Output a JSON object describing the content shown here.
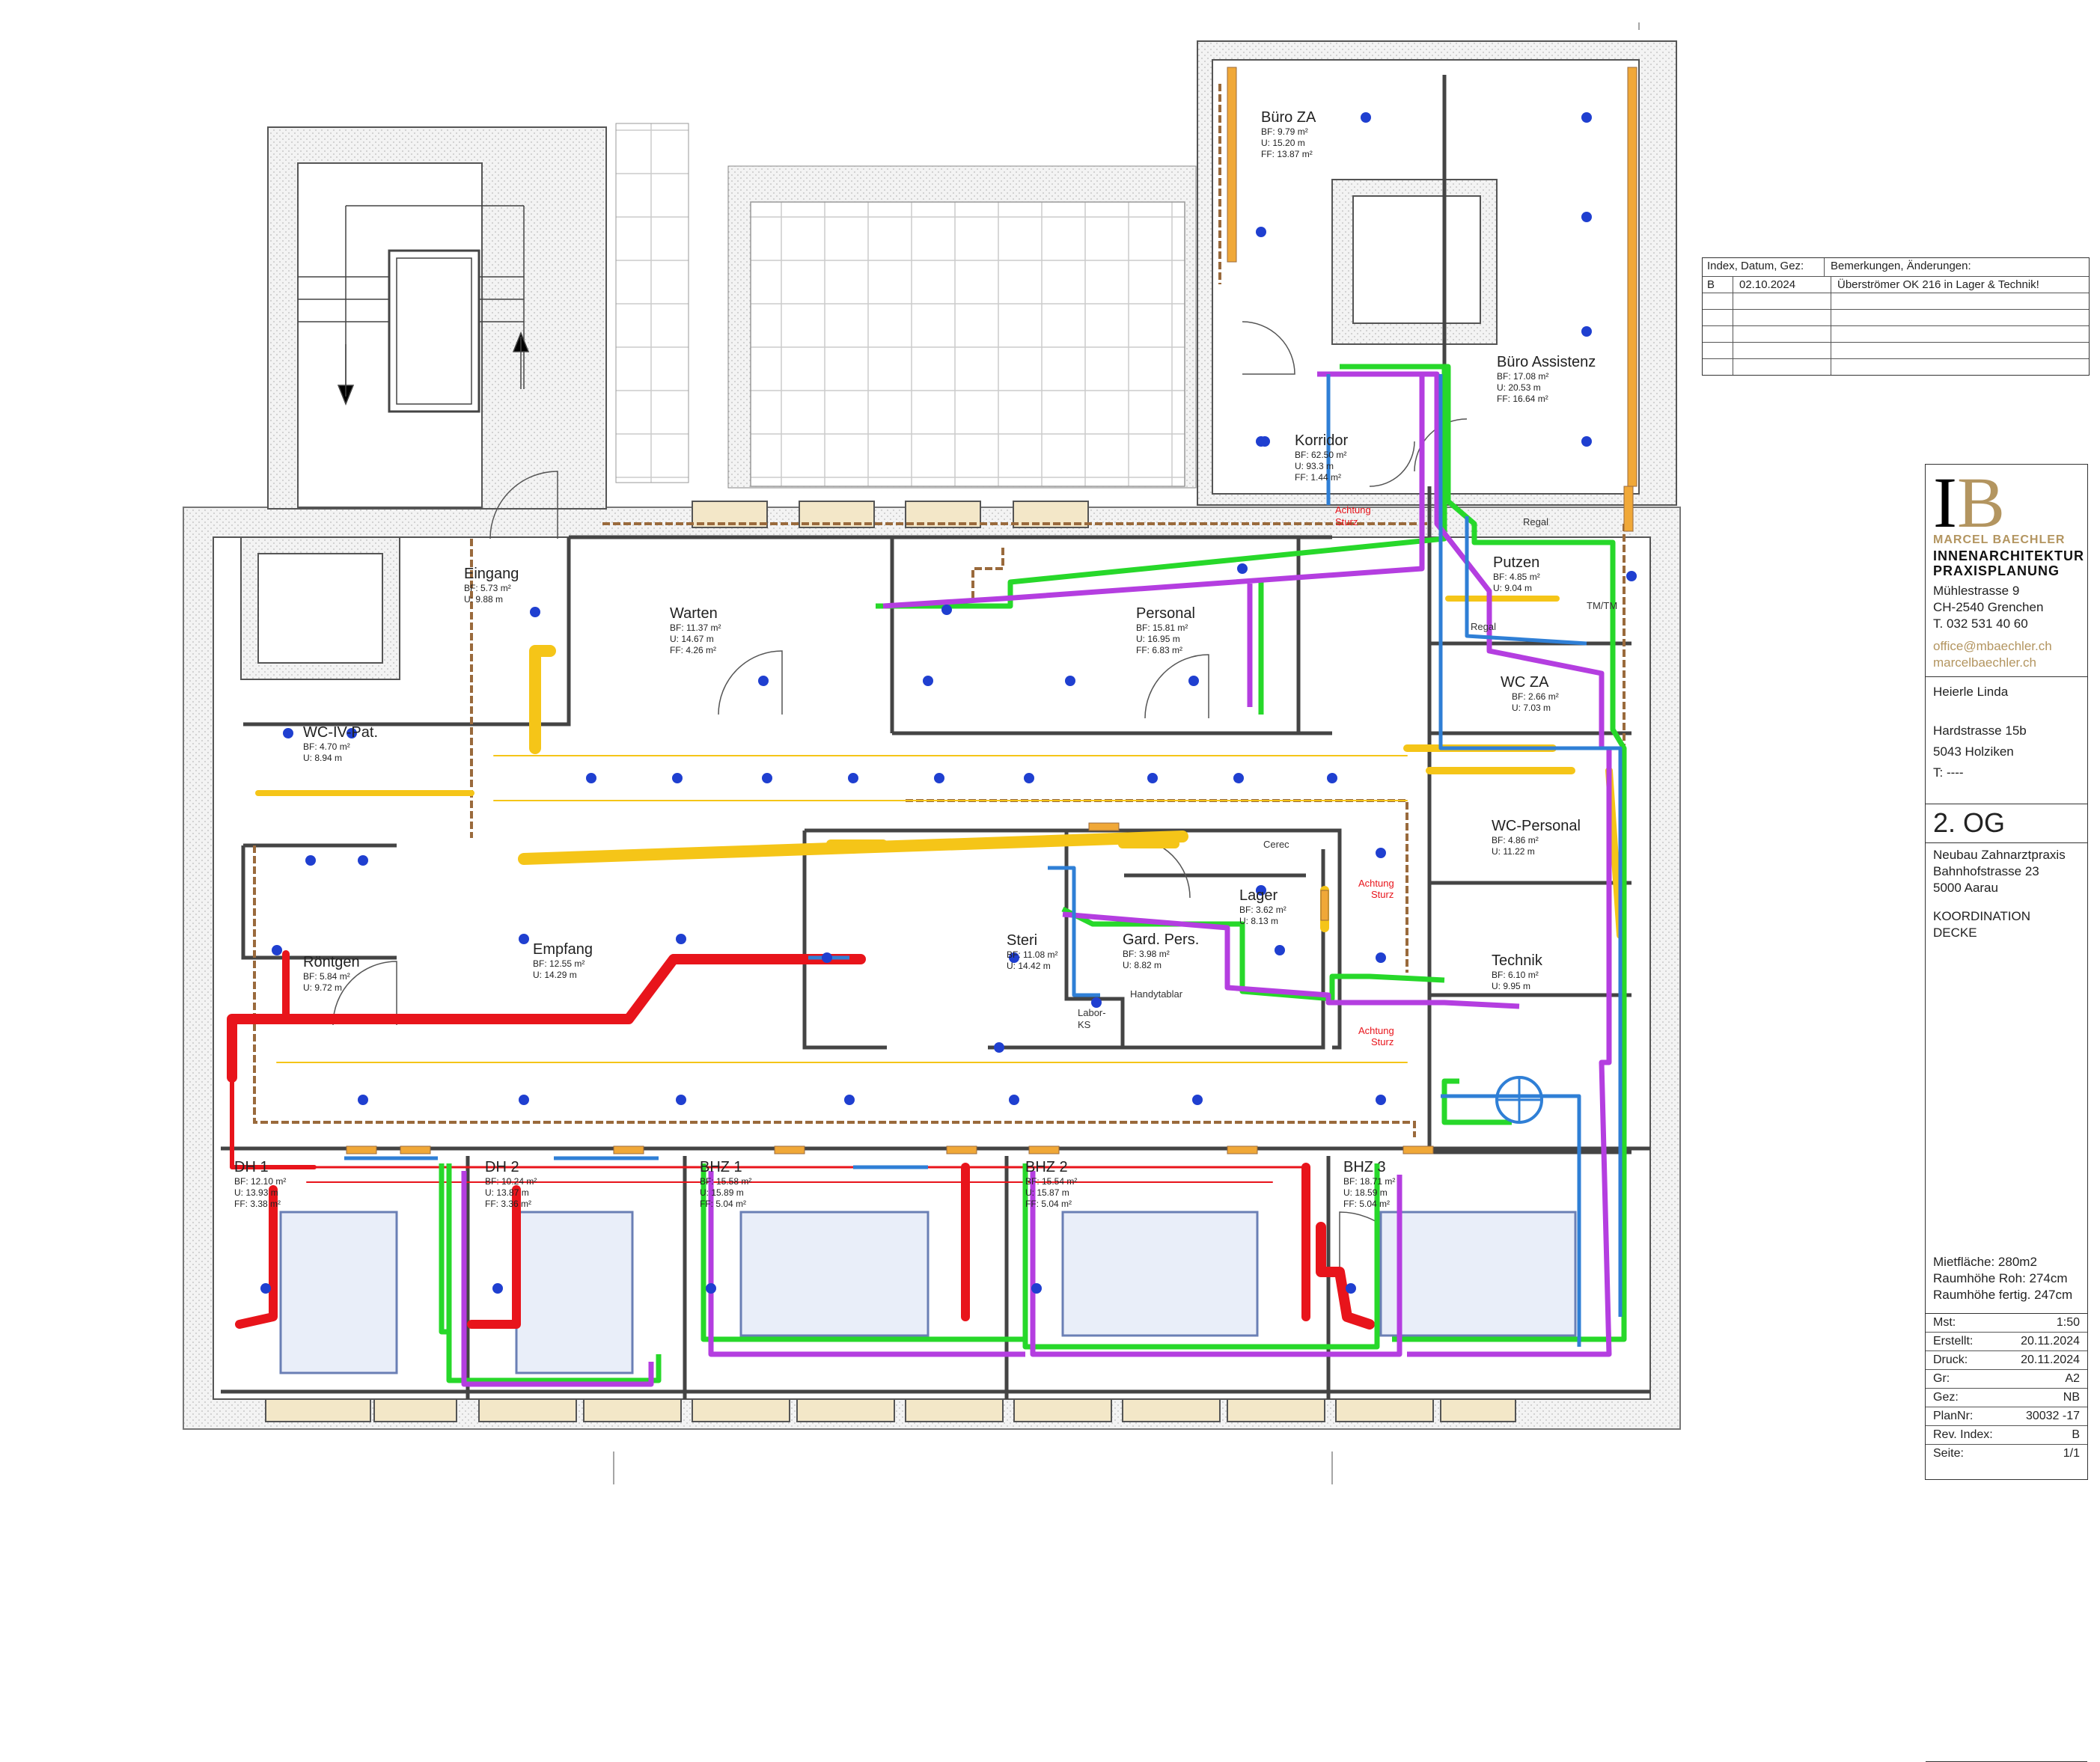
{
  "rooms": {
    "buero_za": {
      "name": "Büro ZA",
      "bf": "BF: 9.79 m²",
      "u": "U: 15.20 m",
      "ff": "FF: 13.87 m²"
    },
    "buero_assistenz": {
      "name": "Büro Assistenz",
      "bf": "BF: 17.08 m²",
      "u": "U: 20.53 m",
      "ff": "FF: 16.64 m²"
    },
    "korridor": {
      "name": "Korridor",
      "bf": "BF: 62.50 m²",
      "u": "U: 93.3 m",
      "ff": "FF: 1.44 m²"
    },
    "putzen": {
      "name": "Putzen",
      "bf": "BF: 4.85 m²",
      "u": "U: 9.04 m"
    },
    "eingang": {
      "name": "Eingang",
      "bf": "BF: 5.73 m²",
      "u": "U: 9.88 m"
    },
    "warten": {
      "name": "Warten",
      "bf": "BF: 11.37 m²",
      "u": "U: 14.67 m",
      "ff": "FF: 4.26 m²"
    },
    "personal": {
      "name": "Personal",
      "bf": "BF: 15.81 m²",
      "u": "U: 16.95 m",
      "ff": "FF: 6.83 m²"
    },
    "wc_za": {
      "name": "WC ZA",
      "bf": "BF: 2.66 m²",
      "u": "U: 7.03 m"
    },
    "wc_iv": {
      "name": "WC-IV-Pat.",
      "bf": "BF: 4.70 m²",
      "u": "U: 8.94 m"
    },
    "wc_personal": {
      "name": "WC-Personal",
      "bf": "BF: 4.86 m²",
      "u": "U: 11.22 m"
    },
    "roentgen": {
      "name": "Röntgen",
      "bf": "BF: 5.84 m²",
      "u": "U: 9.72 m"
    },
    "empfang": {
      "name": "Empfang",
      "bf": "BF: 12.55 m²",
      "u": "U: 14.29 m"
    },
    "steri": {
      "name": "Steri",
      "bf": "BF: 11.08 m²",
      "u": "U: 14.42 m"
    },
    "gard": {
      "name": "Gard. Pers.",
      "bf": "BF: 3.98 m²",
      "u": "U: 8.82 m"
    },
    "lager": {
      "name": "Lager",
      "bf": "BF: 3.62 m²",
      "u": "U: 8.13 m"
    },
    "technik": {
      "name": "Technik",
      "bf": "BF: 6.10 m²",
      "u": "U: 9.95 m"
    },
    "dh1": {
      "name": "DH 1",
      "bf": "BF: 12.10 m²",
      "u": "U: 13.93 m",
      "ff": "FF: 3.38 m²"
    },
    "dh2": {
      "name": "DH 2",
      "bf": "BF: 10.24 m²",
      "u": "U: 13.87 m",
      "ff": "FF: 3.36 m²"
    },
    "bhz1": {
      "name": "BHZ 1",
      "bf": "BF: 15.58 m²",
      "u": "U: 15.89 m",
      "ff": "FF: 5.04 m²"
    },
    "bhz2": {
      "name": "BHZ 2",
      "bf": "BF: 15.54 m²",
      "u": "U: 15.87 m",
      "ff": "FF: 5.04 m²"
    },
    "bhz3": {
      "name": "BHZ 3",
      "bf": "BF: 18.71 m²",
      "u": "U: 18.59 m",
      "ff": "FF: 5.04 m²"
    }
  },
  "labels": {
    "regal": "Regal",
    "regal2": "Regal",
    "cerec": "Cerec",
    "handytablar": "Handytablar",
    "labor": "Labor-",
    "ks": "KS",
    "achtung": "Achtung",
    "sturz": "Sturz",
    "tm": "TM/TM"
  },
  "revision": {
    "header_index": "Index, Datum, Gez:",
    "header_notes": "Bemerkungen, Änderungen:",
    "entries": [
      {
        "index": "B",
        "date": "02.10.2024",
        "note": "Überströmer OK 216 in Lager & Technik!"
      }
    ]
  },
  "titleblock": {
    "logo_name": "MARCEL BAECHLER",
    "logo_line1": "INNENARCHITEKTUR",
    "logo_line2": "PRAXISPLANUNG",
    "street": "Mühlestrasse 9",
    "city": "CH-2540 Grenchen",
    "phone": "T. 032 531 40 60",
    "email": "office@mbaechler.ch",
    "web": "marcelbaechler.ch",
    "client_name": "Heierle Linda",
    "client_street": "Hardstrasse 15b",
    "client_city": "5043 Holziken",
    "client_phone": "T: ----",
    "floor": "2. OG",
    "project1": "Neubau Zahnarztpraxis",
    "project2": "Bahnhofstrasse 23",
    "project3": "5000 Aarau",
    "plan1": "KOORDINATION",
    "plan2": "DECKE",
    "area": "Mietfläche: 280m2",
    "height1": "Raumhöhe Roh: 274cm",
    "height2": "Raumhöhe fertig. 247cm",
    "meta": [
      {
        "k": "Mst:",
        "v": "1:50"
      },
      {
        "k": "Erstellt:",
        "v": "20.11.2024"
      },
      {
        "k": "Druck:",
        "v": "20.11.2024"
      },
      {
        "k": "Gr:",
        "v": "A2"
      },
      {
        "k": "Gez:",
        "v": "NB"
      },
      {
        "k": "PlanNr:",
        "v": "30032 -17"
      },
      {
        "k": "Rev. Index:",
        "v": "B"
      },
      {
        "k": "Seite:",
        "v": "1/1"
      }
    ]
  },
  "colors": {
    "wall": "#444444",
    "heating_supply": "#e8141b",
    "exhaust": "#f5c518",
    "supply_green": "#27d82a",
    "supply_purple": "#b43ee0",
    "water_blue": "#2f7fd6",
    "brown": "#9a6a3c",
    "light": "#1f3fd0"
  }
}
